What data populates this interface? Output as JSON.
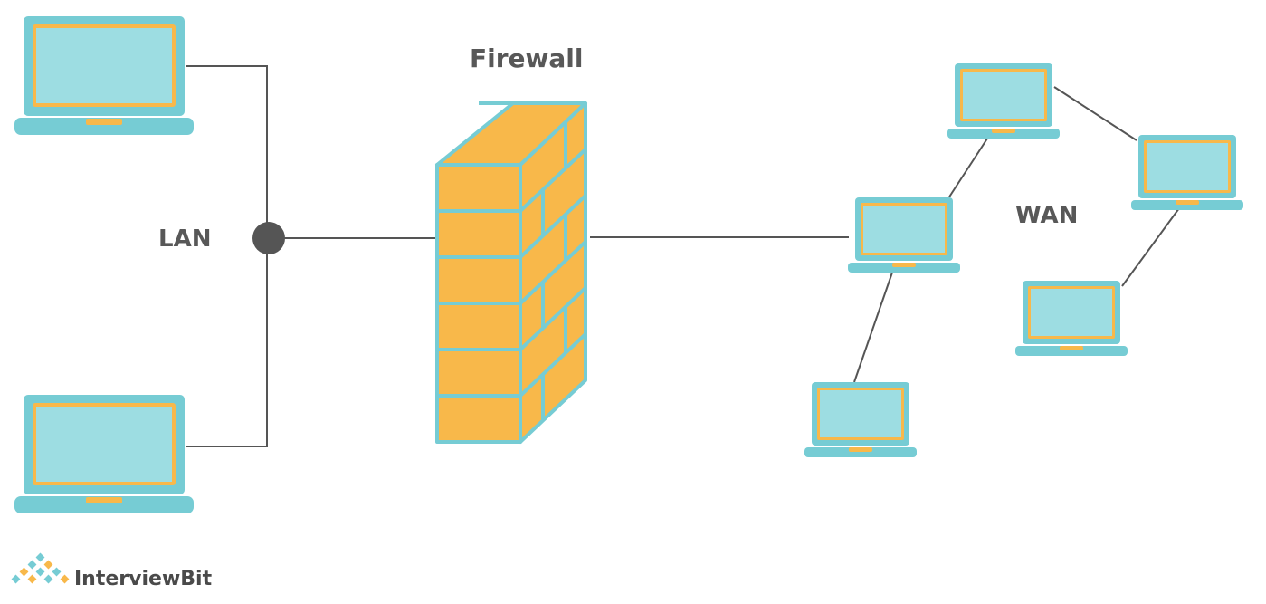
{
  "labels": {
    "lan": "LAN",
    "firewall": "Firewall",
    "wan": "WAN"
  },
  "logo": {
    "text": "InterviewBit"
  },
  "colors": {
    "laptop_body": "#76ccd4",
    "laptop_screen": "#9ddde2",
    "laptop_accent": "#f8b84a",
    "brick": "#f8b84a",
    "mortar": "#76ccd4",
    "line": "#555555",
    "hub": "#555555",
    "label": "#585858",
    "logo_text": "#4a4a4a"
  }
}
